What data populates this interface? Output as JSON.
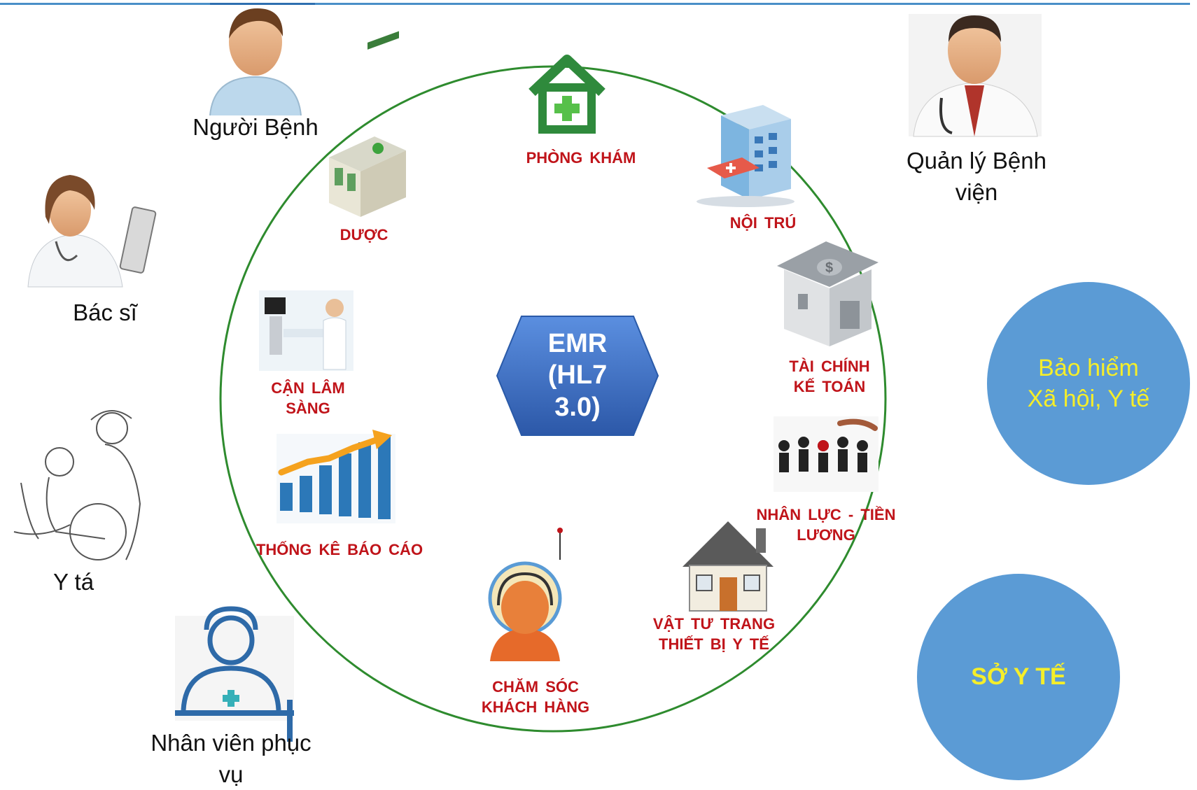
{
  "hub": {
    "line1": "EMR",
    "line2": "(HL7",
    "line3": "3.0)"
  },
  "actors": {
    "patient": "Người Bệnh",
    "doctor": "Bác sĩ",
    "nurse": "Y tá",
    "staff_line1": "Nhân viên phục",
    "staff_line2": "vụ",
    "manager_line1": "Quản lý Bệnh",
    "manager_line2": "viện"
  },
  "modules": {
    "clinic": "PHÒNG KHÁM",
    "pharmacy": "DƯỢC",
    "inpatient": "NỘI TRÚ",
    "finance_line1": "TÀI CHÍNH",
    "finance_line2": "KẾ TOÁN",
    "paraclinical_line1": "CẬN LÂM",
    "paraclinical_line2": "SÀNG",
    "statistics": "THỐNG KÊ BÁO CÁO",
    "hr_line1": "NHÂN LỰC - TIỀN",
    "hr_line2": "LƯƠNG",
    "supplies_line1": "VẬT TƯ TRANG",
    "supplies_line2": "THIẾT BỊ Y TẾ",
    "care_line1": "CHĂM SÓC",
    "care_line2": "KHÁCH HÀNG"
  },
  "external": {
    "insurance_line1": "Bảo hiểm",
    "insurance_line2": "Xã hội, Y tế",
    "department": "SỞ Y TẾ"
  },
  "colors": {
    "ring": "#2e8b2e",
    "hub": "#3f6fc0",
    "module_text": "#c0141a",
    "bubble": "#5b9bd5",
    "bubble_text": "#f5ee2a"
  },
  "icons": [
    "patient-icon",
    "doctor-icon",
    "nurse-icon",
    "staff-icon",
    "manager-icon",
    "clinic-icon",
    "pharmacy-icon",
    "inpatient-icon",
    "finance-icon",
    "paraclinical-icon",
    "statistics-icon",
    "hr-icon",
    "supplies-icon",
    "care-icon"
  ]
}
